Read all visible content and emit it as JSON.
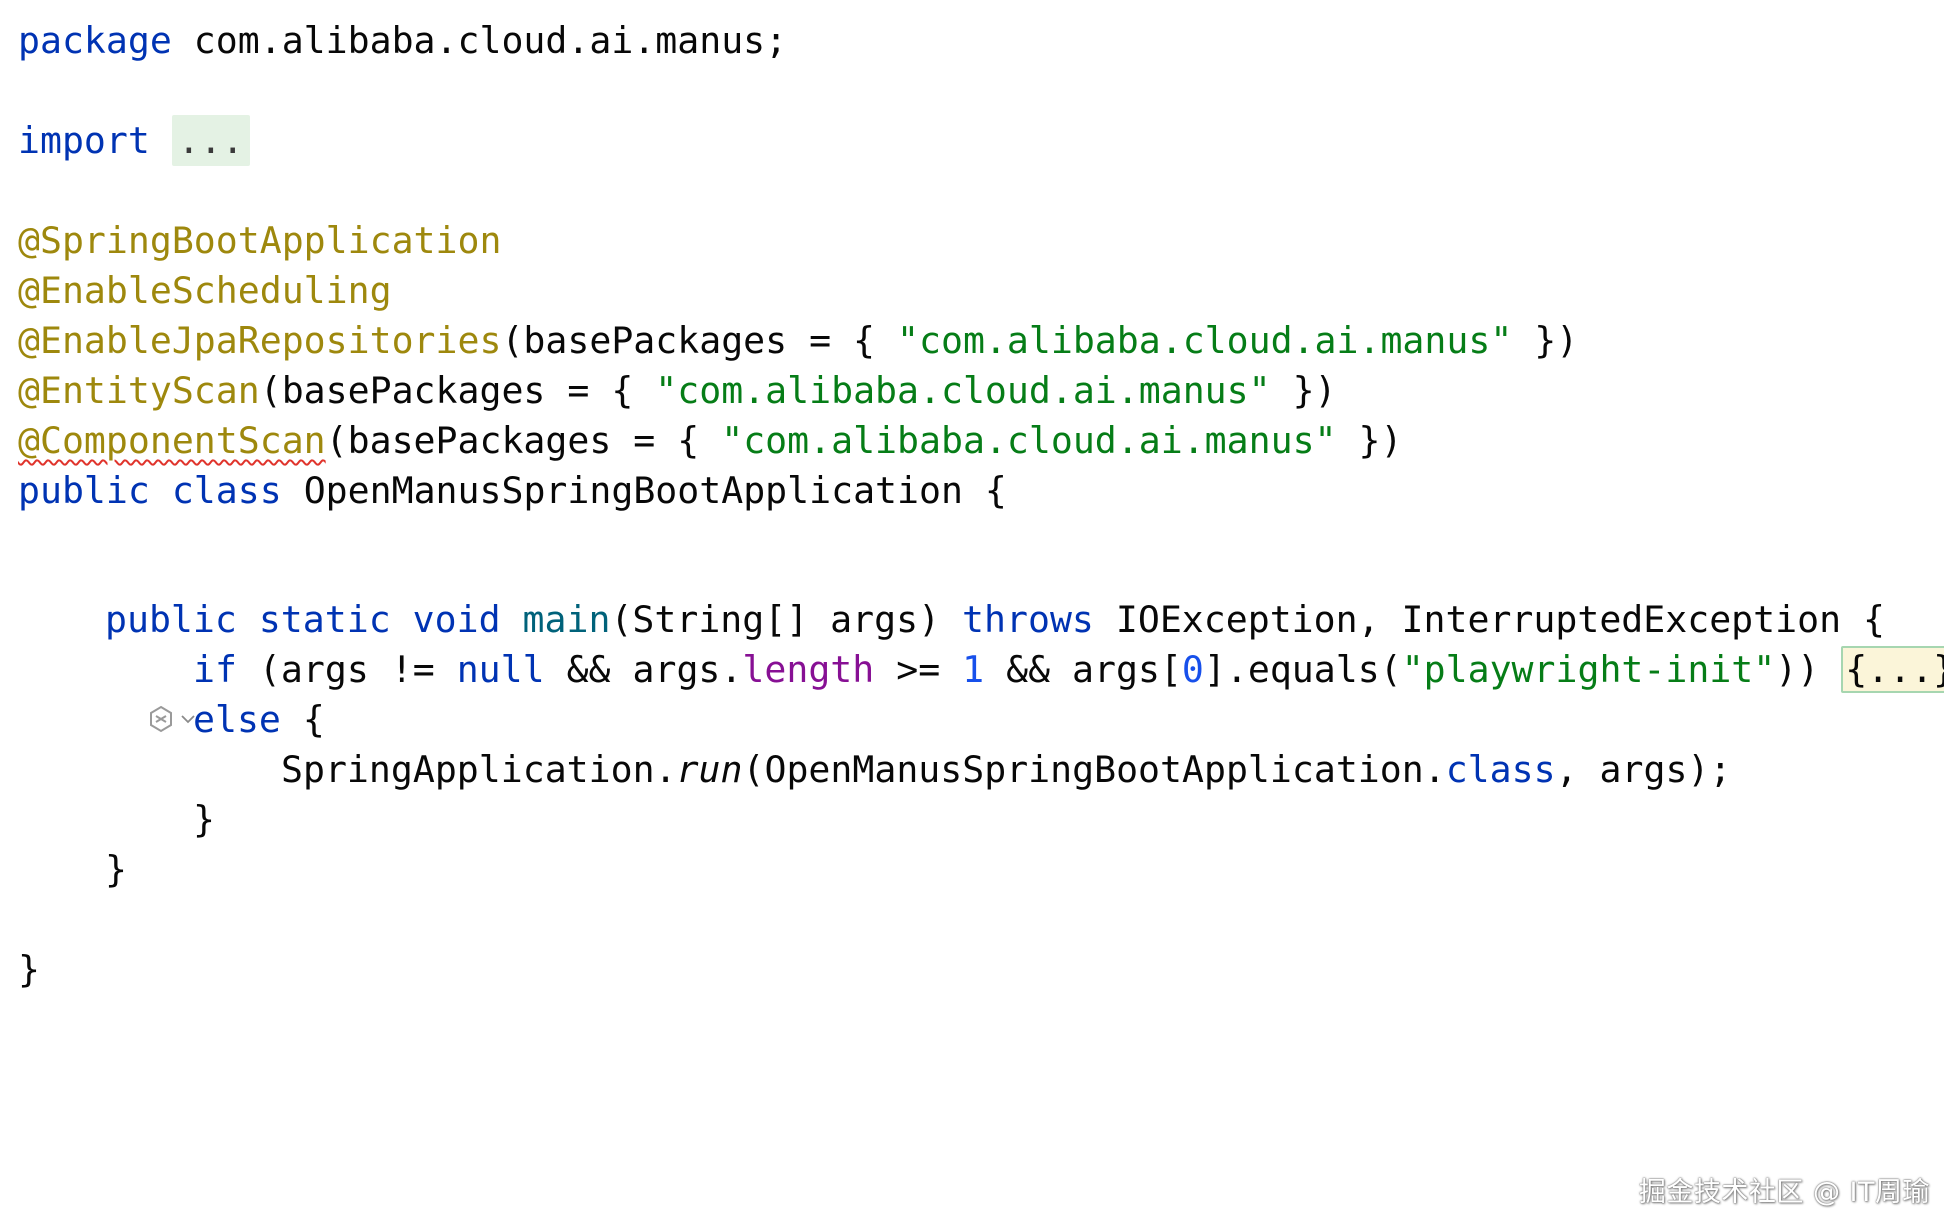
{
  "editor": {
    "language": "java",
    "lines": {
      "package_kw": "package",
      "package_name": " com.alibaba.cloud.ai.manus;",
      "import_kw": "import",
      "import_folded": "...",
      "ann_springboot": "@SpringBootApplication",
      "ann_scheduling": "@EnableScheduling",
      "ann_jpa": "@EnableJpaRepositories",
      "ann_jpa_args_open": "(basePackages = { ",
      "ann_jpa_string": "\"com.alibaba.cloud.ai.manus\"",
      "ann_jpa_args_close": " })",
      "ann_entity": "@EntityScan",
      "ann_entity_args_open": "(basePackages = { ",
      "ann_entity_string": "\"com.alibaba.cloud.ai.manus\"",
      "ann_entity_args_close": " })",
      "ann_component": "@ComponentScan",
      "ann_component_args_open": "(basePackages = { ",
      "ann_component_string": "\"com.alibaba.cloud.ai.manus\"",
      "ann_component_args_close": " })",
      "class_kw_public": "public",
      "class_kw_class": " class",
      "class_name": " OpenManusSpringBootApplication {",
      "main_kw_public": "public",
      "main_kw_static": " static",
      "main_kw_void": " void",
      "main_name": " main",
      "main_params": "(String[] args) ",
      "main_throws": "throws",
      "main_exceptions": " IOException, InterruptedException {",
      "if_kw": "if",
      "if_open": " (args != ",
      "if_null": "null",
      "if_and1": " && args.",
      "if_length": "length",
      "if_ge": " >= ",
      "if_one": "1",
      "if_and2": " && args[",
      "if_zero": "0",
      "if_equals": "].equals(",
      "if_string": "\"playwright-init\"",
      "if_close": ")) ",
      "if_folded": "{...}",
      "else_kw": "else",
      "else_brace": " {",
      "run_class": "SpringApplication.",
      "run_method": "run",
      "run_args_open": "(OpenManusSpringBootApplication.",
      "run_class_kw": "class",
      "run_args_close": ", args);",
      "close_else": "}",
      "close_main": "}",
      "close_class": "}"
    },
    "gutter_icon": "ai-assistant-icon",
    "gutter_chevron": "chevron-down-icon"
  },
  "watermark": "掘金技术社区 @ IT周瑜",
  "colors": {
    "keyword": "#0033b3",
    "annotation": "#9e880d",
    "string": "#067d17",
    "number": "#1750eb",
    "field": "#871094",
    "text": "#080808"
  }
}
